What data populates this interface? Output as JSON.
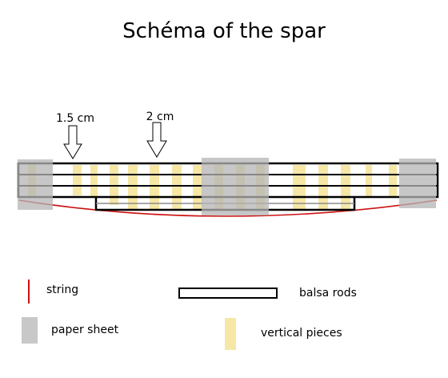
{
  "title": "Schéma of the spar",
  "dimensions": [
    {
      "label": "1.5 cm"
    },
    {
      "label": "2 cm"
    }
  ],
  "legend": {
    "string": "string",
    "balsa_rods": "balsa rods",
    "paper_sheet": "paper sheet",
    "vertical_pieces": "vertical pieces"
  },
  "colors": {
    "string": "#cc1111",
    "balsa_rod_outline": "#000000",
    "paper_sheet": "#c8c8c8",
    "vertical_piece": "#f6e7a6",
    "rod_line": "#8c8c8c"
  }
}
